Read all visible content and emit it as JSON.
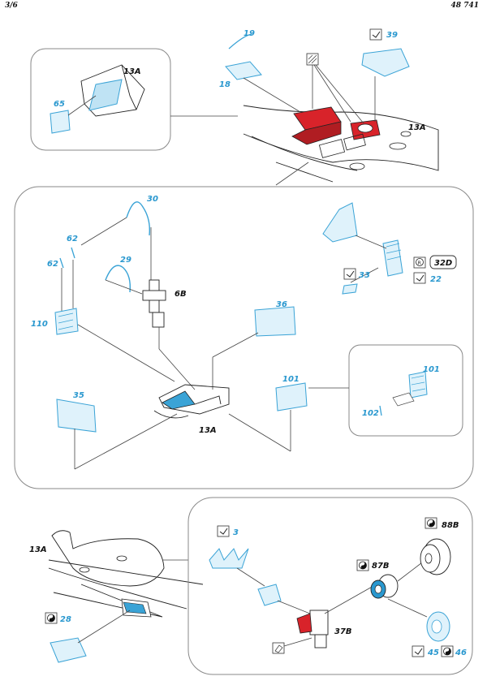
{
  "header": {
    "page": "3/6",
    "set_number": "48 741"
  },
  "top": {
    "inset_label": "13A",
    "inset_part": "65",
    "main_label": "13A",
    "parts": {
      "p19": "19",
      "p18": "18",
      "p39": "39"
    }
  },
  "middle": {
    "parts": {
      "p30": "30",
      "p62a": "62",
      "p62b": "62",
      "p29": "29",
      "p6B": "6B",
      "p110": "110",
      "p36": "36",
      "p33": "33",
      "p22": "22",
      "p32D": "32D",
      "p35": "35",
      "p13A": "13A",
      "p101": "101",
      "p101b": "101",
      "p102": "102"
    },
    "r_symbol": "R"
  },
  "bottom": {
    "left_label": "13A",
    "p28": "28",
    "parts": {
      "p3": "3",
      "p88B": "88B",
      "p87B": "87B",
      "p37B": "37B",
      "p45": "45",
      "p46": "46"
    }
  }
}
